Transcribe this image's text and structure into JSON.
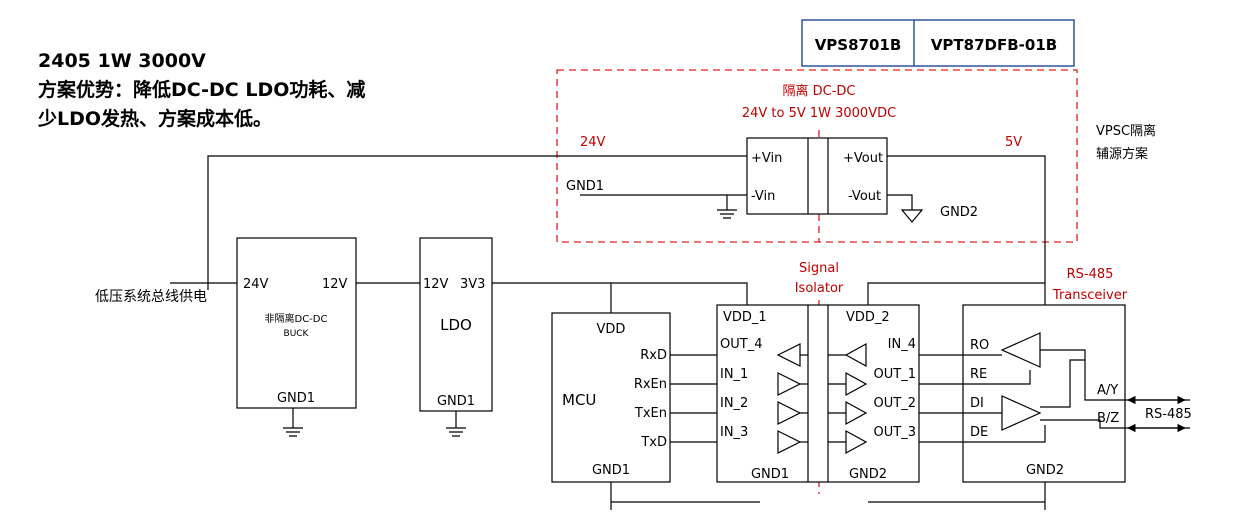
{
  "heading": {
    "line1": "2405 1W 3000V",
    "line2": "方案优势：降低DC-DC LDO功耗、减",
    "line3": "少LDO发热、方案成本低。"
  },
  "parts": [
    "VPS8701B",
    "VPT87DFB-01B"
  ],
  "isolation": {
    "title": "隔离 DC-DC",
    "spec": "24V to 5V  1W  3000VDC",
    "in_voltage": "24V",
    "out_voltage": "5V",
    "vin_pos": "+Vin",
    "vin_neg": "-Vin",
    "vout_pos": "+Vout",
    "vout_neg": "-Vout",
    "gnd_in": "GND1",
    "gnd_out": "GND2"
  },
  "vpsc": {
    "line1": "VPSC隔离",
    "line2": "辅源方案"
  },
  "bus_label": "低压系统总线供电",
  "buck": {
    "in": "24V",
    "out": "12V",
    "name_line1": "非隔离DC-DC",
    "name_line2": "BUCK",
    "gnd": "GND1"
  },
  "ldo": {
    "in": "12V",
    "out": "3V3",
    "name": "LDO",
    "gnd": "GND1"
  },
  "mcu": {
    "vdd": "VDD",
    "name": "MCU",
    "pins": [
      "RxD",
      "RxEn",
      "TxEn",
      "TxD"
    ],
    "gnd": "GND1"
  },
  "isolator": {
    "title_line1": "Signal",
    "title_line2": "Isolator",
    "vdd1": "VDD_1",
    "vdd2": "VDD_2",
    "left_pins": [
      "OUT_4",
      "IN_1",
      "IN_2",
      "IN_3"
    ],
    "right_pins": [
      "IN_4",
      "OUT_1",
      "OUT_2",
      "OUT_3"
    ],
    "gnd1": "GND1",
    "gnd2": "GND2"
  },
  "transceiver": {
    "title_line1": "RS-485",
    "title_line2": "Transceiver",
    "pins": [
      "RO",
      "RE",
      "DI",
      "DE"
    ],
    "bus_a": "A/Y",
    "bus_b": "B/Z",
    "bus_name": "RS-485",
    "gnd": "GND2"
  }
}
